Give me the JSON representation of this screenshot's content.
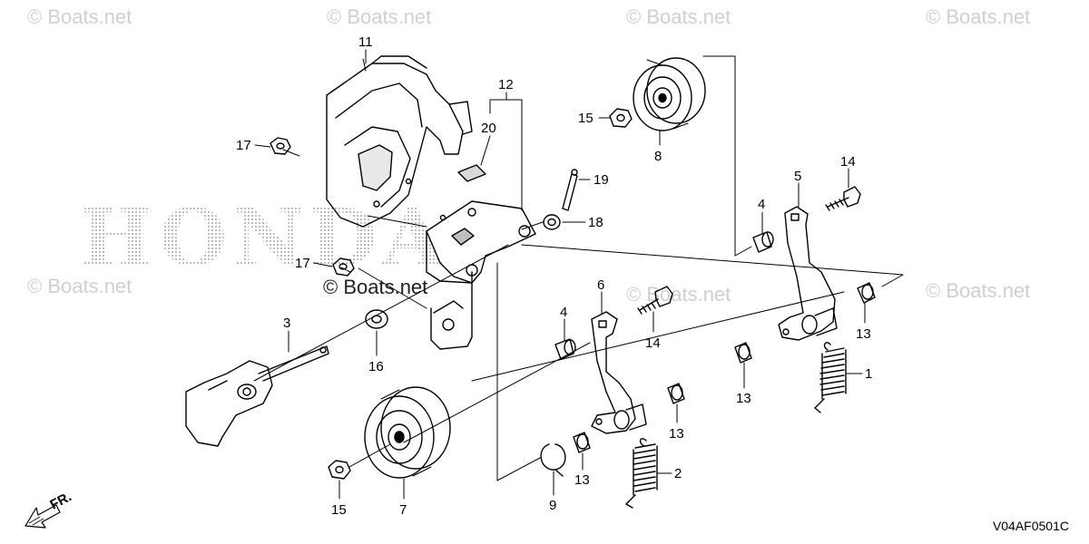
{
  "watermark_text": "© Boats.net",
  "brand_text": "HONDA",
  "direction_label": "FR.",
  "diagram_code": "V04AF0501C",
  "callouts": [
    "11",
    "12",
    "20",
    "17",
    "17",
    "19",
    "18",
    "3",
    "16",
    "15",
    "8",
    "14",
    "5",
    "4",
    "6",
    "4",
    "14",
    "13",
    "1",
    "13",
    "13",
    "13",
    "2",
    "9",
    "15",
    "7"
  ]
}
